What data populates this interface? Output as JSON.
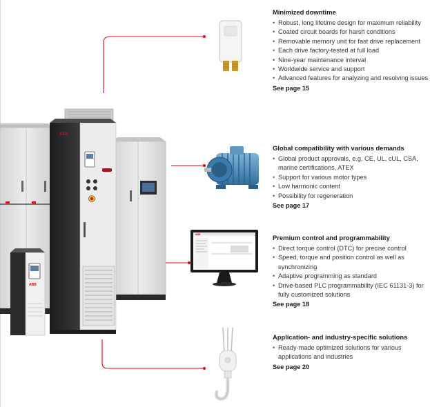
{
  "sections": [
    {
      "title": "Minimized downtime",
      "items": [
        "Robust, long lifetime design for maximum reliability",
        "Coated circuit boards for harsh conditions",
        "Removable memory unit for fast drive replacement",
        "Each drive factory-tested at full load",
        "Nine-year maintenance interval",
        "Worldwide service and support",
        "Advanced features for analyzing and resolving issues"
      ],
      "see": "See page 15"
    },
    {
      "title": "Global compatibility with various demands",
      "items": [
        "Global product approvals, e.g. CE, UL, cUL, CSA, marine certifications, ATEX",
        "Support for various motor types",
        "Low harmonic content",
        "Possibility for regeneration"
      ],
      "see": "See page 17"
    },
    {
      "title": "Premium control and programmability",
      "items": [
        "Direct torque control (DTC) for precise control",
        "Speed, torque and position control as well as synchronizing",
        "Adaptive programming as standard",
        "Drive-based PLC programmability (IEC 61131-3) for fully customized solutions"
      ],
      "see": "See page 18"
    },
    {
      "title": "Application- and industry-specific solutions",
      "items": [
        "Ready-made optimized solutions for various applications and industries"
      ],
      "see": "See page 20"
    }
  ],
  "brand": {
    "logo": "ABB",
    "accent_color": "#e30613"
  },
  "icons": [
    "memory-unit-icon",
    "electric-motor-icon",
    "monitor-software-icon",
    "crane-hook-icon"
  ]
}
